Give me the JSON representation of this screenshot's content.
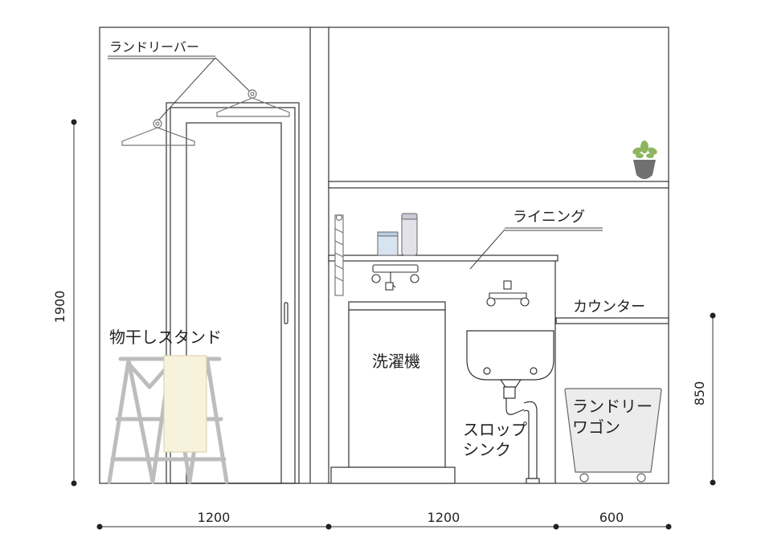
{
  "labels": {
    "laundry_bar": "ランドリーバー",
    "drying_stand": "物干しスタンド",
    "lining": "ライニング",
    "washing_machine": "洗濯機",
    "counter": "カウンター",
    "slop_sink_line1": "スロップ",
    "slop_sink_line2": "シンク",
    "laundry_wagon_line1": "ランドリー",
    "laundry_wagon_line2": "ワゴン"
  },
  "dimensions": {
    "height_total": "1900",
    "height_counter": "850",
    "width_left": "1200",
    "width_middle": "1200",
    "width_right": "600"
  },
  "colors": {
    "line": "#333333",
    "stand": "#bdbdbd",
    "towel": "#f7f2dc",
    "wagon_fill": "#ececec",
    "plant_pot": "#707070",
    "plant_leaf": "#8fb560"
  }
}
